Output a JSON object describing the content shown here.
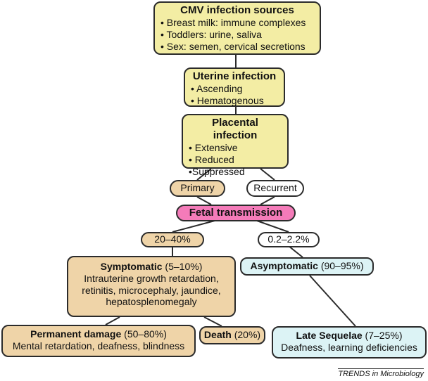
{
  "sources": {
    "title": "CMV infection sources",
    "items": [
      "• Breast milk: immune complexes",
      "• Toddlers: urine, saliva",
      "• Sex: semen, cervical secretions"
    ]
  },
  "uterine": {
    "title": "Uterine infection",
    "items": [
      "• Ascending",
      "• Hematogenous"
    ]
  },
  "placental": {
    "title": "Placental infection",
    "items": [
      "• Extensive",
      "• Reduced",
      "•Suppressed"
    ]
  },
  "primary": "Primary",
  "recurrent": "Recurrent",
  "fetal": "Fetal transmission",
  "rate_primary": "20–40%",
  "rate_recurrent": "0.2–2.2%",
  "symptomatic": {
    "title": "Symptomatic",
    "pct": " (5–10%)",
    "items": [
      "Intrauterine growth retardation,",
      "retinitis, microcephaly, jaundice,",
      "hepatosplenomegaly"
    ]
  },
  "asymptomatic": {
    "title": "Asymptomatic",
    "pct": " (90–95%)"
  },
  "permanent": {
    "title": "Permanent damage",
    "pct": " (50–80%)",
    "detail": "Mental retardation, deafness, blindness"
  },
  "death": {
    "title": "Death",
    "pct": " (20%)"
  },
  "sequelae": {
    "title": "Late Sequelae",
    "pct": " (7–25%)",
    "detail": "Deafness, learning deficiencies"
  },
  "credit": "TRENDS in Microbiology"
}
